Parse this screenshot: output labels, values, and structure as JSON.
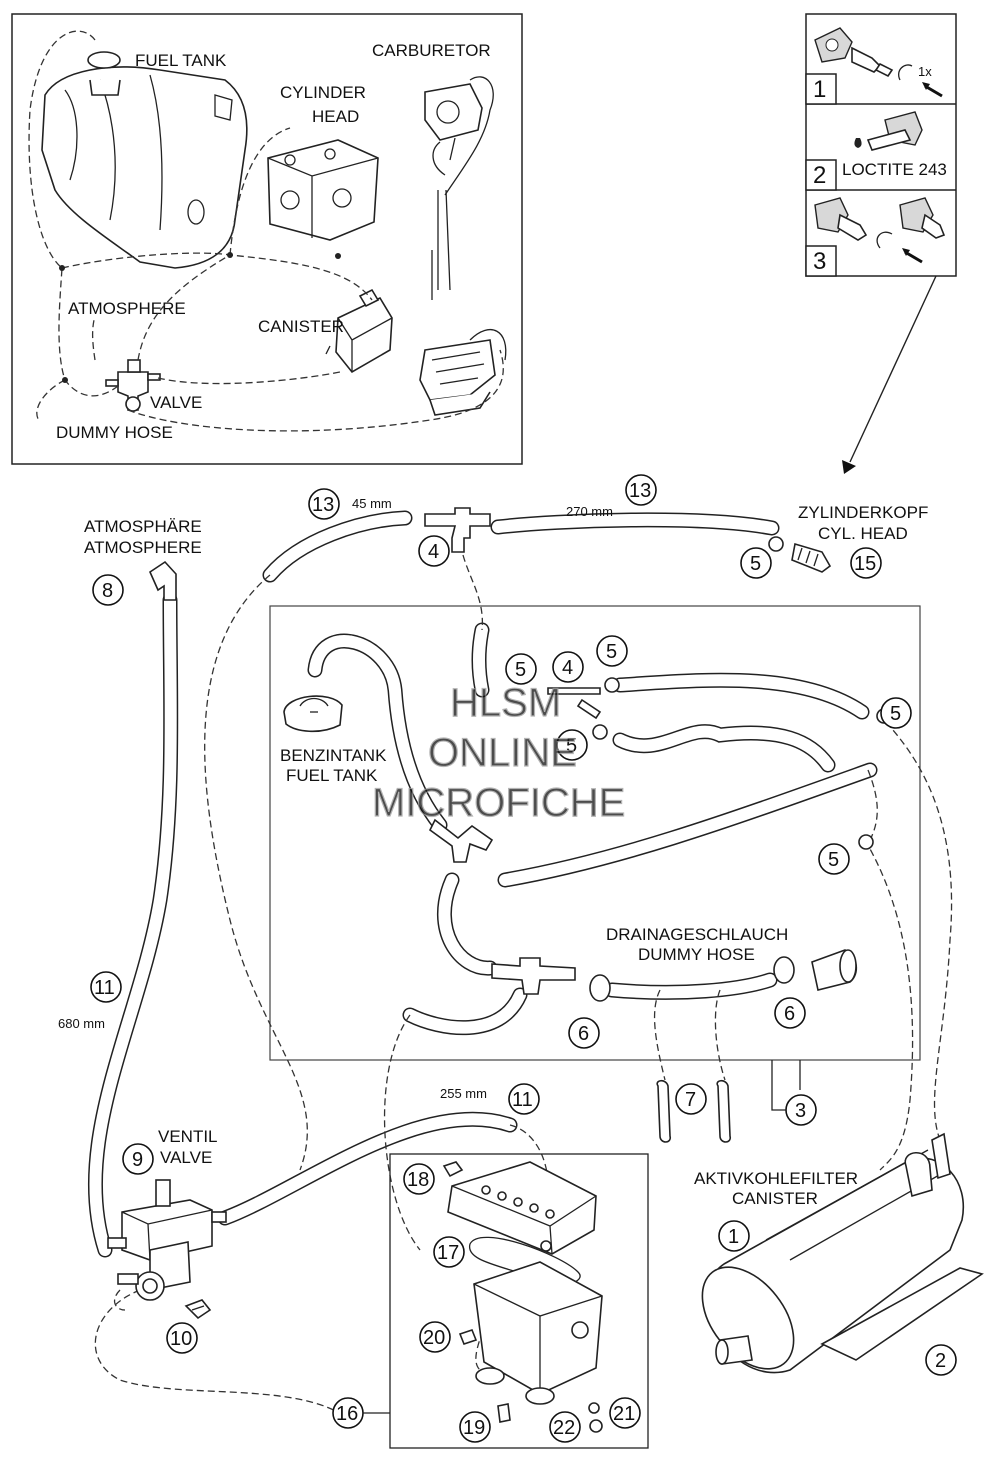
{
  "inset": {
    "fuel_tank": "FUEL TANK",
    "cylinder_head_line1": "CYLINDER",
    "cylinder_head_line2": "HEAD",
    "carburetor": "CARBURETOR",
    "atmosphere": "ATMOSPHERE",
    "canister": "CANISTER",
    "valve": "VALVE",
    "dummy_hose": "DUMMY HOSE"
  },
  "steps": [
    {
      "number": "1",
      "note": "1x"
    },
    {
      "number": "2",
      "note": "LOCTITE 243"
    },
    {
      "number": "3",
      "note": ""
    }
  ],
  "labels": {
    "zylinderkopf": "ZYLINDERKOPF",
    "cyl_head": "CYL. HEAD",
    "atmosphaere": "ATMOSPHÄRE",
    "atmosphere": "ATMOSPHERE",
    "benzintank": "BENZINTANK",
    "fuel_tank": "FUEL TANK",
    "drainageschlauch": "DRAINAGESCHLAUCH",
    "dummy_hose": "DUMMY HOSE",
    "ventil": "VENTIL",
    "valve": "VALVE",
    "aktivkohlefilter": "AKTIVKOHLEFILTER",
    "canister": "CANISTER"
  },
  "lengths": {
    "hose_45": "45 mm",
    "hose_270": "270 mm",
    "hose_680": "680 mm",
    "hose_255": "255 mm"
  },
  "callouts": {
    "c1": "1",
    "c2": "2",
    "c3": "3",
    "c4a": "4",
    "c4b": "4",
    "c5a": "5",
    "c5b": "5",
    "c5c": "5",
    "c5d": "5",
    "c5e": "5",
    "c5f": "5",
    "c6a": "6",
    "c6b": "6",
    "c7": "7",
    "c8": "8",
    "c9": "9",
    "c10": "10",
    "c11a": "11",
    "c11b": "11",
    "c13a": "13",
    "c13b": "13",
    "c15": "15",
    "c16": "16",
    "c17": "17",
    "c18": "18",
    "c19": "19",
    "c20": "20",
    "c21": "21",
    "c22": "22"
  },
  "watermark": {
    "line1": "HLSM",
    "line2": "ONLINE",
    "line3": "MICROFICHE"
  }
}
